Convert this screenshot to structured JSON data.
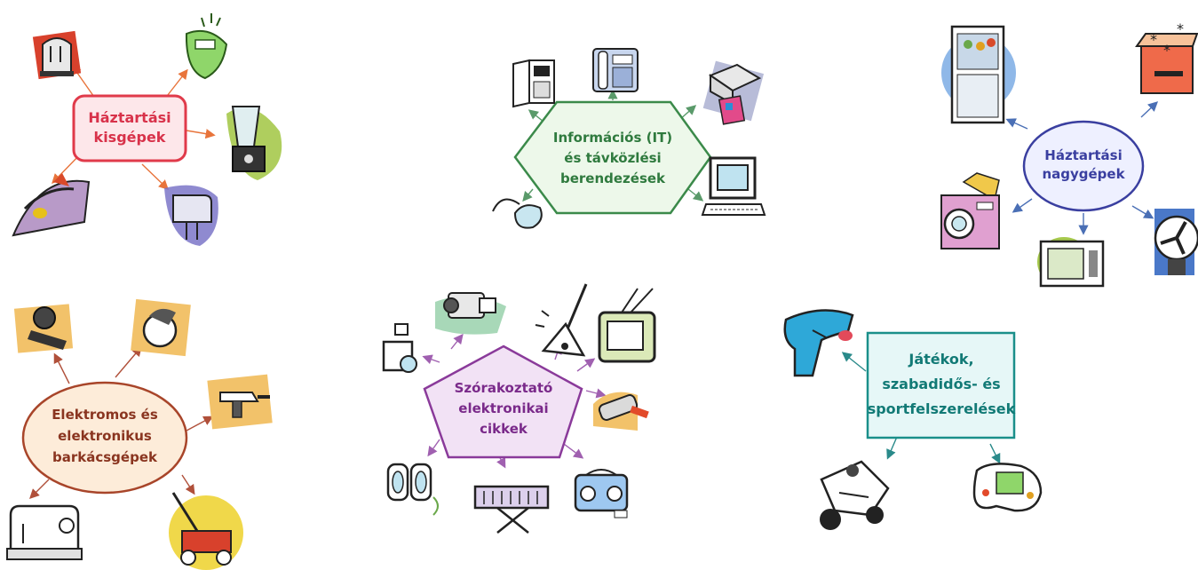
{
  "nodes": {
    "haztartasi_kisgepek": {
      "lines": [
        "Háztartási",
        "kisgépek"
      ],
      "color": "#e03a4a",
      "fill": "#fde7ea"
    },
    "it_tavkozlesi": {
      "lines": [
        "Információs (IT)",
        "és távközlési",
        "berendezések"
      ],
      "color": "#3b8a4a",
      "fill": "#edf8ea"
    },
    "haztartasi_nagygepek": {
      "lines": [
        "Háztartási",
        "nagygépek"
      ],
      "color": "#3a3fa0",
      "fill": "#eef0ff"
    },
    "elektromos_barkacs": {
      "lines": [
        "Elektromos és",
        "elektronikus",
        "barkácsgépek"
      ],
      "color": "#a8452a",
      "fill": "#fdecd9"
    },
    "szorakoztato": {
      "lines": [
        "Szórakoztató",
        "elektronikai",
        "cikkek"
      ],
      "color": "#8a3a9a",
      "fill": "#f2e2f5"
    },
    "jatekok": {
      "lines": [
        "Játékok,",
        "szabadidős- és",
        "sportfelszerelések"
      ],
      "color": "#1a8f8a",
      "fill": "#e6f7f7"
    }
  },
  "icons": {
    "toaster": "toaster-icon",
    "scale": "scale-icon",
    "blender": "blender-icon",
    "iron": "iron-icon",
    "mixer": "mixer-icon",
    "pda": "pda-icon",
    "phone": "phone-icon",
    "printer": "printer-icon",
    "mouse": "mouse-icon",
    "computer": "computer-icon",
    "fridge": "fridge-icon",
    "freezer": "freezer-icon",
    "washer": "washing-machine-icon",
    "microwave": "microwave-icon",
    "fan": "fan-icon",
    "grinder": "angle-grinder-icon",
    "saw": "circular-saw-icon",
    "drill": "drill-icon",
    "sewing": "sewing-machine-icon",
    "lawnmower": "lawnmower-icon",
    "camera": "camera-icon",
    "camcorder": "camcorder-icon",
    "guitar": "guitar-icon",
    "tv": "tv-icon",
    "remote": "remote-icon",
    "speakers": "speakers-icon",
    "keyboard": "keyboard-icon",
    "radio": "boombox-icon",
    "raygun": "toy-gun-icon",
    "gokart": "go-kart-icon",
    "gameconsole": "game-console-icon"
  }
}
